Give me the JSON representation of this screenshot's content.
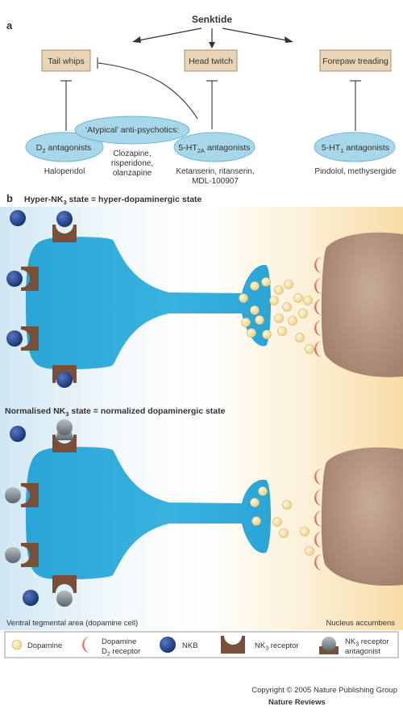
{
  "panel_a": {
    "label": "a",
    "drug": "Senktide",
    "behaviours": {
      "tail_whips": "Tail whips",
      "head_twitch": "Head twitch",
      "forepaw_treading": "Forepaw treading"
    },
    "antagonists": {
      "d2": "D2 antagonists",
      "atypical": "‘Atypical’ anti-psychotics:",
      "ht2a": "5-HT2A antagonists",
      "ht1": "5-HT1 antagonists"
    },
    "examples": {
      "haloperidol": "Haloperidol",
      "atypical_lines": [
        "Clozapine,",
        "risperidone,",
        "olanzapine"
      ],
      "ht2a_lines": [
        "Ketanserin, ritanserin,",
        "MDL-100907"
      ],
      "ht1": "Pindolol, methysergide"
    }
  },
  "panel_b": {
    "label": "b",
    "state1": "Hyper-NK3 state = hyper-dopaminergic state",
    "state2": "Normalised NK3 state = normalized dopaminergic state",
    "region_left": "Ventral tegmental area (dopamine cell)",
    "region_right": "Nucleus accumbens"
  },
  "legend": {
    "dopamine": "Dopamine",
    "d2_receptor_lines": [
      "Dopamine",
      "D2 receptor"
    ],
    "nkb": "NKB",
    "nk3_receptor": "NK3 receptor",
    "nk3_antagonist_lines": [
      "NK3 receptor",
      "antagonist"
    ]
  },
  "footer": {
    "copyright": "Copyright © 2005 Nature Publishing Group",
    "journal": "Nature Reviews"
  },
  "colors": {
    "box_fill": "#e8d5b5",
    "box_stroke": "#a58e6c",
    "ellipse_fill": "#a9d7ea",
    "ellipse_stroke": "#6fb6d4",
    "neuron": "#2ea9d9",
    "terminal": "#b5957e",
    "nkb": "#1f3f8a",
    "nk3_receptor": "#7a4f3a",
    "antagonist": "#6f7a80",
    "dopamine": "#f6e2a6",
    "d2_receptor": "#c85f56"
  }
}
